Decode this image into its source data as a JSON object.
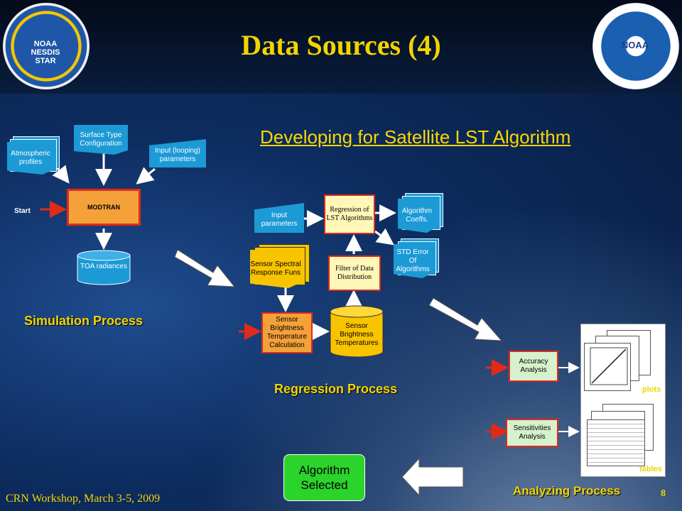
{
  "slide": {
    "title": "Data Sources (4)",
    "subtitle": "Developing for Satellite LST Algorithm",
    "footer": "CRN Workshop, March 3-5, 2009",
    "page_number": "8"
  },
  "logos": {
    "left": "NOAA NESDIS STAR",
    "right": "NOAA"
  },
  "simulation": {
    "start_label": "Start",
    "atmospheric_profiles": "Atmospheric profiles",
    "surface_type": "Surface Type Configuration",
    "input_looping": "Input (looping) parameters",
    "modtran": "MODTRAN",
    "toa_radiances": "TOA radiances",
    "section_label": "Simulation Process"
  },
  "regression": {
    "input_parameters": "Input parameters",
    "regression_algorithms": "Regression of LST Algorithms",
    "algorithm_coeffs": "Algorithm Coeffs.",
    "std_error": "STD Error Of Algorithms",
    "sensor_spectral": "Sensor Spectral Response Funs",
    "filter": "Filter of Data Distribution",
    "sensor_bt_calc": "Sensor Brightness Temperature Calculation",
    "sensor_bt": "Sensor Brightness Temperatures",
    "section_label": "Regression Process"
  },
  "analyzing": {
    "accuracy": "Accuracy Analysis",
    "sensitivities": "Sensitivities Analysis",
    "plots_label": "plots",
    "tables_label": "tables",
    "section_label": "Analyzing Process"
  },
  "result": {
    "selected": "Algorithm Selected"
  },
  "colors": {
    "title": "#f2d400",
    "process_fill": "#f4a13a",
    "process_border": "#e02a1a",
    "doc_blue": "#1c9ad6",
    "doc_yellow": "#f8c400",
    "selected_fill": "#2bd42b"
  }
}
